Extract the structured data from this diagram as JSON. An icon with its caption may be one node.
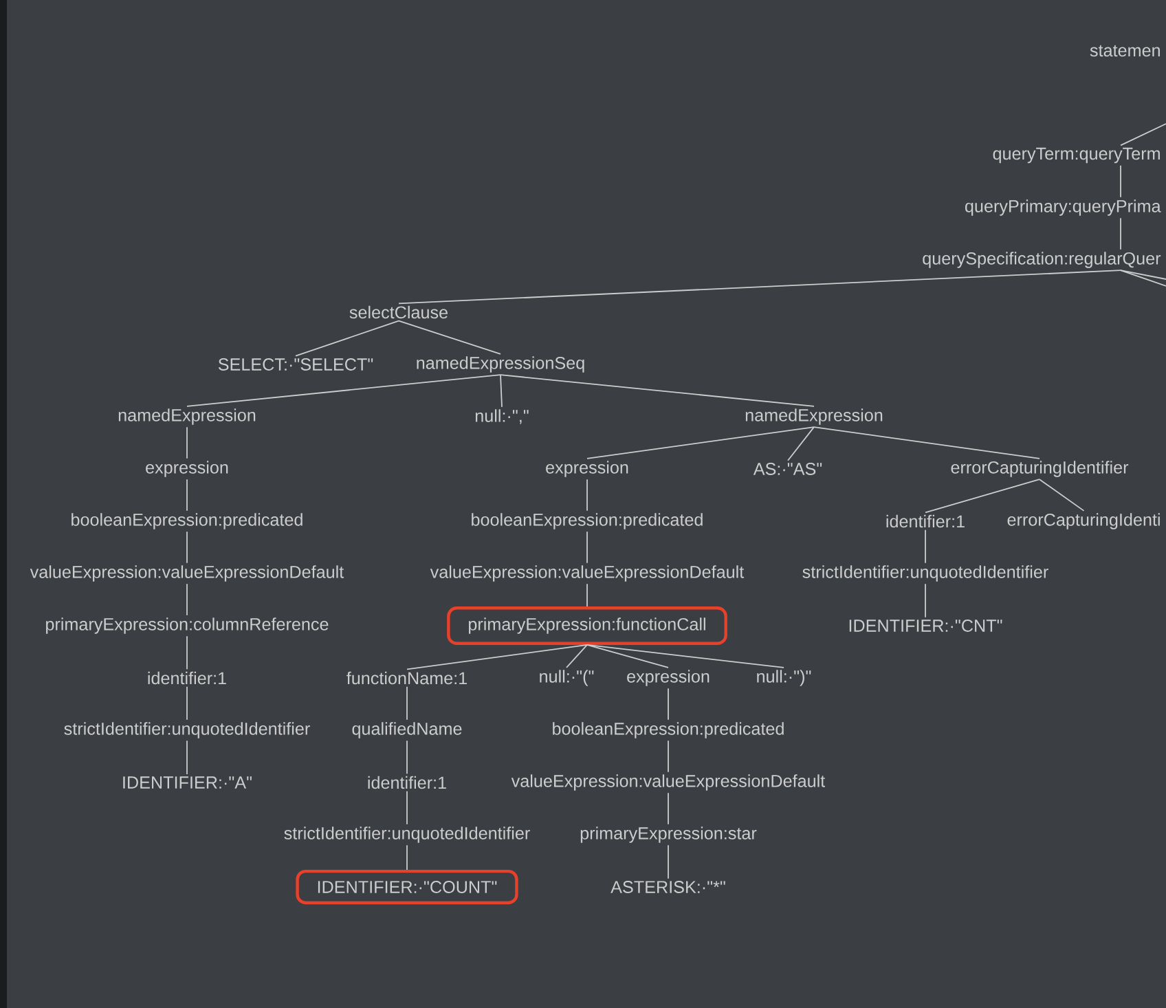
{
  "diagram": {
    "nodes": [
      {
        "text": [
          "statemen"
        ]
      },
      {
        "text": [
          "queryTerm:queryTerm"
        ]
      },
      {
        "text": [
          "queryPrimary:queryPrima"
        ]
      },
      {
        "text": [
          "querySpecification:regularQuer"
        ]
      },
      {
        "text": [
          "selectClause"
        ]
      },
      {
        "text": [
          "SELECT:·\"SELECT\""
        ]
      },
      {
        "text": [
          "namedExpressionSeq"
        ]
      },
      {
        "text": [
          "namedExpression"
        ]
      },
      {
        "text": [
          "null:·\",\""
        ]
      },
      {
        "text": [
          "namedExpression"
        ]
      },
      {
        "text": [
          "expression"
        ]
      },
      {
        "text": [
          "booleanExpression:predicated"
        ]
      },
      {
        "text": [
          "valueExpression:valueExpressionDefault"
        ]
      },
      {
        "text": [
          "primaryExpression:columnReference"
        ]
      },
      {
        "text": [
          "identifier:1"
        ]
      },
      {
        "text": [
          "strictIdentifier:unquotedIdentifier"
        ]
      },
      {
        "text": [
          "IDENTIFIER:·\"A\""
        ]
      },
      {
        "text": [
          "expression"
        ]
      },
      {
        "text": [
          "booleanExpression:predicated"
        ]
      },
      {
        "text": [
          "valueExpression:valueExpressionDefault"
        ]
      },
      {
        "text": [
          "primaryExpression:functionCall"
        ]
      },
      {
        "text": [
          "functionName:1"
        ]
      },
      {
        "text": [
          "null:·\"(\""
        ]
      },
      {
        "text": [
          "expression"
        ]
      },
      {
        "text": [
          "null:·\")\""
        ]
      },
      {
        "text": [
          "qualifiedName"
        ]
      },
      {
        "text": [
          "identifier:1"
        ]
      },
      {
        "text": [
          "strictIdentifier:unquotedIdentifier"
        ]
      },
      {
        "text": [
          "IDENTIFIER:·\"COUNT\""
        ]
      },
      {
        "text": [
          "booleanExpression:predicated"
        ]
      },
      {
        "text": [
          "valueExpression:valueExpressionDefault"
        ]
      },
      {
        "text": [
          "primaryExpression:star"
        ]
      },
      {
        "text": [
          "ASTERISK:·\"*\""
        ]
      },
      {
        "text": [
          "AS:·\"AS\""
        ]
      },
      {
        "text": [
          "errorCapturingIdentifier"
        ]
      },
      {
        "text": [
          "identifier:1"
        ]
      },
      {
        "text": [
          "errorCapturingIdenti"
        ]
      },
      {
        "text": [
          "strictIdentifier:unquotedIdentifier"
        ]
      },
      {
        "text": [
          "IDENTIFIER:·\"CNT\""
        ]
      }
    ],
    "edges": [
      {
        "from": null,
        "to": 1,
        "arrow": "none"
      },
      {
        "from": 1,
        "to": 2,
        "arrow": "none"
      },
      {
        "from": 2,
        "to": 3,
        "arrow": "none"
      },
      {
        "from": 3,
        "to": null,
        "arrow": "none"
      },
      {
        "from": 3,
        "to": null,
        "arrow": "none"
      },
      {
        "from": 3,
        "to": 4,
        "arrow": "none"
      },
      {
        "from": 4,
        "to": 5,
        "arrow": "none"
      },
      {
        "from": 4,
        "to": 6,
        "arrow": "none"
      },
      {
        "from": 6,
        "to": 7,
        "arrow": "none"
      },
      {
        "from": 6,
        "to": 8,
        "arrow": "none"
      },
      {
        "from": 6,
        "to": 9,
        "arrow": "none"
      },
      {
        "from": 7,
        "to": 10,
        "arrow": "none"
      },
      {
        "from": 10,
        "to": 11,
        "arrow": "none"
      },
      {
        "from": 11,
        "to": 12,
        "arrow": "none"
      },
      {
        "from": 12,
        "to": 13,
        "arrow": "none"
      },
      {
        "from": 13,
        "to": 14,
        "arrow": "none"
      },
      {
        "from": 14,
        "to": 15,
        "arrow": "none"
      },
      {
        "from": 15,
        "to": 16,
        "arrow": "none"
      },
      {
        "from": 9,
        "to": 17,
        "arrow": "none"
      },
      {
        "from": 17,
        "to": 18,
        "arrow": "none"
      },
      {
        "from": 18,
        "to": 19,
        "arrow": "none"
      },
      {
        "from": 19,
        "to": 20,
        "arrow": "none"
      },
      {
        "from": 20,
        "to": 21,
        "arrow": "none"
      },
      {
        "from": 20,
        "to": 22,
        "arrow": "none"
      },
      {
        "from": 20,
        "to": 23,
        "arrow": "none"
      },
      {
        "from": 20,
        "to": 24,
        "arrow": "none"
      },
      {
        "from": 21,
        "to": 25,
        "arrow": "none"
      },
      {
        "from": 25,
        "to": 26,
        "arrow": "none"
      },
      {
        "from": 26,
        "to": 27,
        "arrow": "none"
      },
      {
        "from": 27,
        "to": 28,
        "arrow": "none"
      },
      {
        "from": 23,
        "to": 29,
        "arrow": "none"
      },
      {
        "from": 29,
        "to": 30,
        "arrow": "none"
      },
      {
        "from": 30,
        "to": 31,
        "arrow": "none"
      },
      {
        "from": 31,
        "to": 32,
        "arrow": "none"
      },
      {
        "from": 9,
        "to": 33,
        "arrow": "none"
      },
      {
        "from": 9,
        "to": 34,
        "arrow": "none"
      },
      {
        "from": 34,
        "to": 35,
        "arrow": "none"
      },
      {
        "from": 34,
        "to": 36,
        "arrow": "none"
      },
      {
        "from": 35,
        "to": 37,
        "arrow": "none"
      },
      {
        "from": 37,
        "to": 38,
        "arrow": "none"
      }
    ]
  }
}
